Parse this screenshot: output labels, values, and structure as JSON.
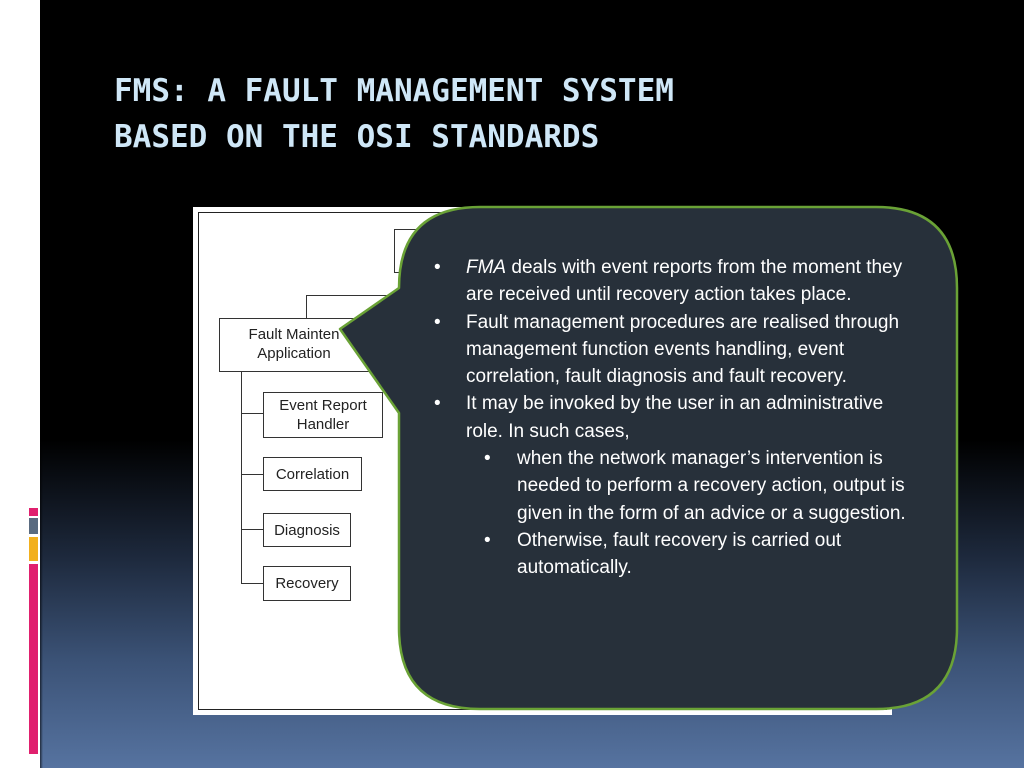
{
  "slide": {
    "title_line1": "FMS: A FAULT MANAGEMENT SYSTEM",
    "title_line2": "BASED ON THE OSI STANDARDS",
    "accent_colors": [
      "#e0206e",
      "#5a6b80",
      "#f2b01e"
    ]
  },
  "diagram": {
    "root_box": "",
    "fma_line1": "Fault Mainten",
    "fma_line2": "Application",
    "children": [
      {
        "line1": "Event Report",
        "line2": "Handler"
      },
      {
        "line1": "Correlation",
        "line2": ""
      },
      {
        "line1": "Diagnosis",
        "line2": ""
      },
      {
        "line1": "Recovery",
        "line2": ""
      }
    ]
  },
  "callout": {
    "fill": "#27303a",
    "border": "#6aa236",
    "bullet_symbol": "•",
    "b1_term": "FMA",
    "b1_text": " deals with event reports from the moment they are received until recovery action takes place.",
    "b2_text": "Fault management procedures are realised through management function events handling, event correlation, fault diagnosis and fault recovery.",
    "b3_text": "It may be invoked by the user in an administrative role. In such cases,",
    "b3a_text": "when the network manager’s intervention is needed to perform a recovery action, output is given in the form of an advice or a suggestion.",
    "b3b_text": "Otherwise, fault recovery is carried out automatically."
  }
}
